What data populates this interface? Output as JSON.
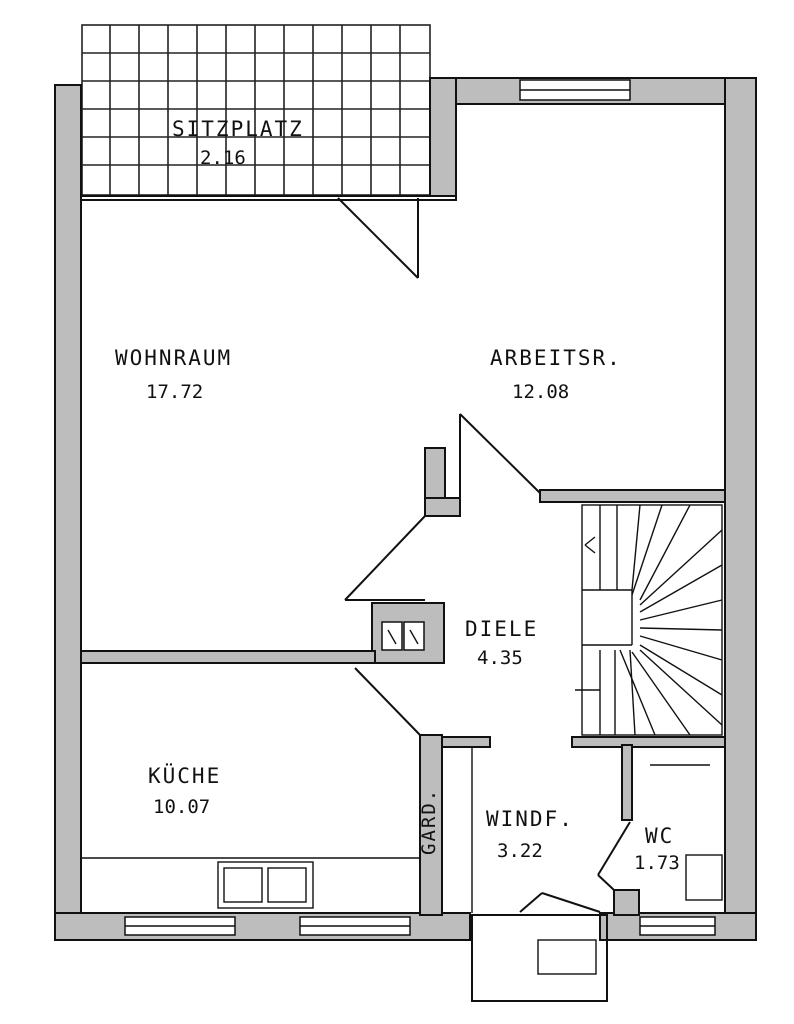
{
  "rooms": {
    "sitzplatz": {
      "name": "SITZPLATZ",
      "area": "2.16"
    },
    "wohnraum": {
      "name": "WOHNRAUM",
      "area": "17.72"
    },
    "arbeitsraum": {
      "name": "ARBEITSR.",
      "area": "12.08"
    },
    "diele": {
      "name": "DIELE",
      "area": "4.35"
    },
    "kueche": {
      "name": "KÜCHE",
      "area": "10.07"
    },
    "windfang": {
      "name": "WINDF.",
      "area": "3.22"
    },
    "wc": {
      "name": "WC",
      "area": "1.73"
    },
    "garderobe": {
      "name": "GARD."
    }
  }
}
